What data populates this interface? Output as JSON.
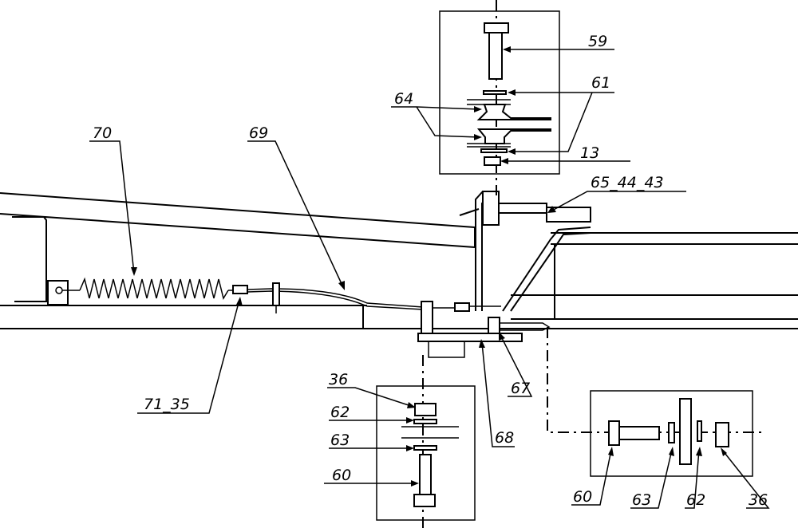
{
  "drawing": {
    "type": "exploded assembly view (technical line drawing)",
    "callouts": {
      "c59": "59",
      "c61": "61",
      "c64": "64",
      "c13": "13",
      "c654443": "65_44_43",
      "c70": "70",
      "c69": "69",
      "c7135": "71_35",
      "c67": "67",
      "c68": "68",
      "d36": "36",
      "d62": "62",
      "d63": "63",
      "d60": "60",
      "r60": "60",
      "r63": "63",
      "r62": "62",
      "r36": "36"
    }
  }
}
